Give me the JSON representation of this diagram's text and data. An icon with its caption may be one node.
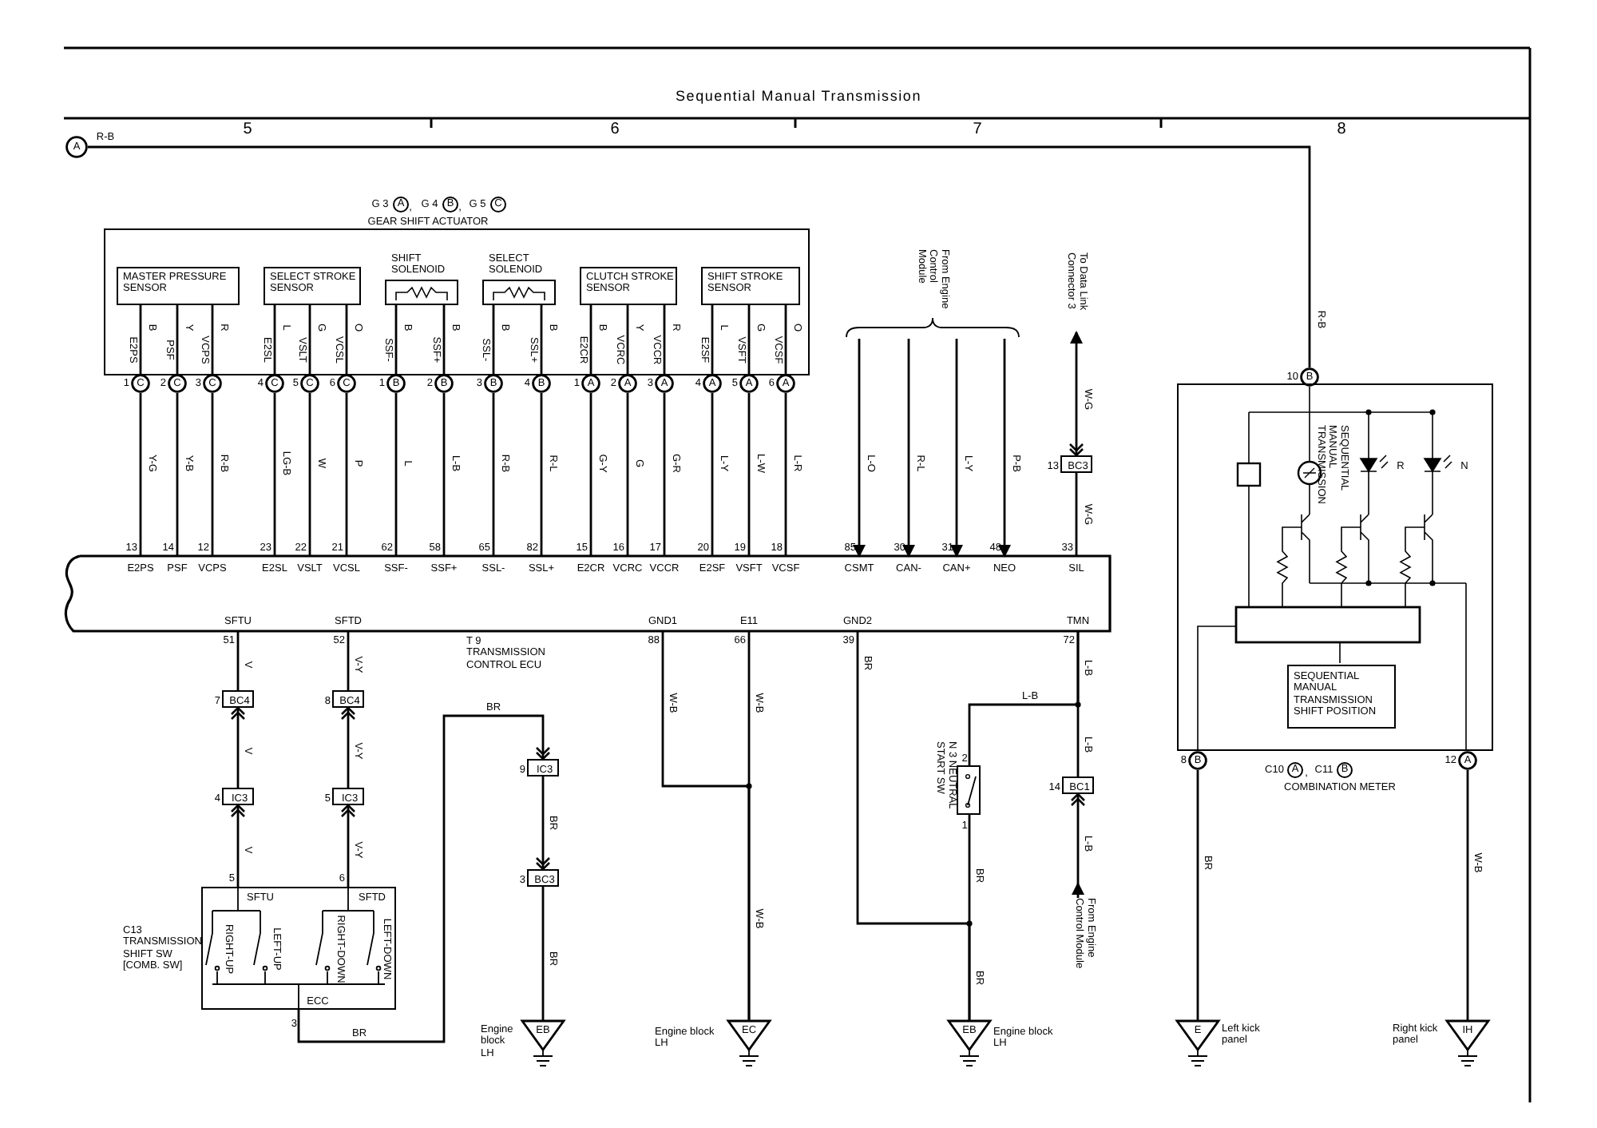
{
  "diagram": {
    "title": "Sequential Manual Transmission",
    "nodes": [
      {
        "text": [
          "A"
        ]
      },
      {
        "text": [
          "G 3",
          "A",
          ",",
          "G 4",
          "B",
          ",",
          "G 5",
          "C",
          "GEAR SHIFT ACTUATOR",
          "E2PS",
          "PSF",
          "VCPS",
          "E2SL",
          "VSLT",
          "VCSL",
          "SSF-",
          "SSF+",
          "SSL-",
          "SSL+",
          "E2CR",
          "VCRC",
          "VCCR",
          "E2SF",
          "VSFT",
          "VCSF"
        ]
      },
      {
        "text": [
          "MASTER PRESSURE SENSOR"
        ],
        "in": 1
      },
      {
        "text": [
          "SELECT STROKE SENSOR"
        ],
        "in": 1
      },
      {
        "text": [
          "SHIFT SOLENOID"
        ],
        "in": 1
      },
      {
        "text": [
          "SELECT SOLENOID"
        ],
        "in": 1
      },
      {
        "text": [
          "CLUTCH STROKE SENSOR"
        ],
        "in": 1
      },
      {
        "text": [
          "SHIFT STROKE SENSOR"
        ],
        "in": 1
      },
      {
        "text": [
          "C"
        ],
        "beside": [
          "1"
        ]
      },
      {
        "text": [
          "C"
        ],
        "beside": [
          "2"
        ]
      },
      {
        "text": [
          "C"
        ],
        "beside": [
          "3"
        ]
      },
      {
        "text": [
          "C"
        ],
        "beside": [
          "4"
        ]
      },
      {
        "text": [
          "C"
        ],
        "beside": [
          "5"
        ]
      },
      {
        "text": [
          "C"
        ],
        "beside": [
          "6"
        ]
      },
      {
        "text": [
          "B"
        ],
        "beside": [
          "1"
        ]
      },
      {
        "text": [
          "B"
        ],
        "beside": [
          "2"
        ]
      },
      {
        "text": [
          "B"
        ],
        "beside": [
          "3"
        ]
      },
      {
        "text": [
          "B"
        ],
        "beside": [
          "4"
        ]
      },
      {
        "text": [
          "A"
        ],
        "beside": [
          "1"
        ]
      },
      {
        "text": [
          "A"
        ],
        "beside": [
          "2"
        ]
      },
      {
        "text": [
          "A"
        ],
        "beside": [
          "3"
        ]
      },
      {
        "text": [
          "A"
        ],
        "beside": [
          "4"
        ]
      },
      {
        "text": [
          "A"
        ],
        "beside": [
          "5"
        ]
      },
      {
        "text": [
          "A"
        ],
        "beside": [
          "6"
        ]
      },
      {
        "text": [
          "T 9 TRANSMISSION CONTROL ECU",
          "E2PS",
          "PSF",
          "VCPS",
          "E2SL",
          "VSLT",
          "VCSL",
          "SSF-",
          "SSF+",
          "SSL-",
          "SSL+",
          "E2CR",
          "VCRC",
          "VCCR",
          "E2SF",
          "VSFT",
          "VCSF",
          "CSMT",
          "CAN-",
          "CAN+",
          "NEO",
          "SIL",
          "SFTU",
          "SFTD",
          "GND1",
          "E11",
          "GND2",
          "TMN",
          "51",
          "52",
          "88",
          "66",
          "39",
          "72"
        ],
        "beside": [
          "13",
          "14",
          "12",
          "23",
          "22",
          "21",
          "62",
          "58",
          "65",
          "82",
          "15",
          "16",
          "17",
          "20",
          "19",
          "18",
          "85",
          "30",
          "31",
          "48",
          "33"
        ]
      },
      {
        "text": [
          "From Engine Control Module"
        ]
      },
      {
        "text": [
          "To Data Link Connector 3"
        ]
      },
      {
        "text": [
          "BC3"
        ],
        "beside": [
          "13"
        ]
      },
      {
        "text": [
          "BC4"
        ],
        "beside": [
          "7"
        ]
      },
      {
        "text": [
          "BC4"
        ],
        "beside": [
          "8"
        ]
      },
      {
        "text": [
          "IC3"
        ],
        "beside": [
          "4"
        ]
      },
      {
        "text": [
          "IC3"
        ],
        "beside": [
          "5"
        ]
      },
      {
        "text": [
          "C13 TRANSMISSION SHIFT SW [COMB. SW]",
          "SFTU",
          "SFTD",
          "RIGHT-UP",
          "LEFT-UP",
          "RIGHT-DOWN",
          "LEFT-DOWN",
          "ECC"
        ],
        "beside": [
          "5",
          "6",
          "3"
        ]
      },
      {
        "text": [
          "IC3"
        ],
        "beside": [
          "9"
        ]
      },
      {
        "text": [
          "BC3"
        ],
        "beside": [
          "3"
        ]
      },
      {
        "text": [
          "EB"
        ],
        "beside": [
          "Engine block LH"
        ]
      },
      {
        "text": [
          "EC"
        ],
        "beside": [
          "Engine block LH"
        ]
      },
      {
        "text": [
          "N 3 NEUTRAL START SW"
        ],
        "beside": [
          "2",
          "1"
        ]
      },
      {
        "text": [
          "EB"
        ],
        "beside": [
          "Engine block LH"
        ]
      },
      {
        "text": [
          "BC1"
        ],
        "beside": [
          "14"
        ]
      },
      {
        "text": [
          "From Engine Control Module"
        ]
      },
      {
        "text": [
          "C10",
          "A",
          ",",
          "C11",
          "B",
          "COMBINATION METER"
        ]
      },
      {
        "text": [
          "SEQUENTIAL MANUAL TRANSMISSION SHIFT POSITION"
        ],
        "in": 41
      },
      {
        "text": [
          "B"
        ],
        "beside": [
          "10"
        ]
      },
      {
        "text": [
          "B"
        ],
        "beside": [
          "8"
        ]
      },
      {
        "text": [
          "A"
        ],
        "beside": [
          "12"
        ]
      },
      {
        "text": [
          "E"
        ],
        "beside": [
          "Left kick panel"
        ]
      },
      {
        "text": [
          "IH"
        ],
        "beside": [
          "Right kick panel"
        ]
      }
    ],
    "edges": [
      {
        "from": 0,
        "to": 43,
        "arrow": "none",
        "label": "R-B"
      },
      {
        "from": 2,
        "to": 8,
        "arrow": "none",
        "label": "B"
      },
      {
        "from": 2,
        "to": 9,
        "arrow": "none",
        "label": "Y"
      },
      {
        "from": 2,
        "to": 10,
        "arrow": "none",
        "label": "R"
      },
      {
        "from": 3,
        "to": 11,
        "arrow": "none",
        "label": "L"
      },
      {
        "from": 3,
        "to": 12,
        "arrow": "none",
        "label": "G"
      },
      {
        "from": 3,
        "to": 13,
        "arrow": "none",
        "label": "O"
      },
      {
        "from": 4,
        "to": 14,
        "arrow": "none",
        "label": "B"
      },
      {
        "from": 4,
        "to": 15,
        "arrow": "none",
        "label": "B"
      },
      {
        "from": 5,
        "to": 16,
        "arrow": "none",
        "label": "B"
      },
      {
        "from": 5,
        "to": 17,
        "arrow": "none",
        "label": "B"
      },
      {
        "from": 6,
        "to": 18,
        "arrow": "none",
        "label": "B"
      },
      {
        "from": 6,
        "to": 19,
        "arrow": "none",
        "label": "Y"
      },
      {
        "from": 6,
        "to": 20,
        "arrow": "none",
        "label": "R"
      },
      {
        "from": 7,
        "to": 21,
        "arrow": "none",
        "label": "L"
      },
      {
        "from": 7,
        "to": 22,
        "arrow": "none",
        "label": "G"
      },
      {
        "from": 7,
        "to": 23,
        "arrow": "none",
        "label": "O"
      },
      {
        "from": 8,
        "to": 24,
        "arrow": "none",
        "label": "Y-G"
      },
      {
        "from": 9,
        "to": 24,
        "arrow": "none",
        "label": "Y-B"
      },
      {
        "from": 10,
        "to": 24,
        "arrow": "none",
        "label": "R-B"
      },
      {
        "from": 11,
        "to": 24,
        "arrow": "none",
        "label": "LG-B"
      },
      {
        "from": 12,
        "to": 24,
        "arrow": "none",
        "label": "W"
      },
      {
        "from": 13,
        "to": 24,
        "arrow": "none",
        "label": "P"
      },
      {
        "from": 14,
        "to": 24,
        "arrow": "none",
        "label": "L"
      },
      {
        "from": 15,
        "to": 24,
        "arrow": "none",
        "label": "L-B"
      },
      {
        "from": 16,
        "to": 24,
        "arrow": "none",
        "label": "R-B"
      },
      {
        "from": 17,
        "to": 24,
        "arrow": "none",
        "label": "R-L"
      },
      {
        "from": 18,
        "to": 24,
        "arrow": "none",
        "label": "G-Y"
      },
      {
        "from": 19,
        "to": 24,
        "arrow": "none",
        "label": "G"
      },
      {
        "from": 20,
        "to": 24,
        "arrow": "none",
        "label": "G-R"
      },
      {
        "from": 21,
        "to": 24,
        "arrow": "none",
        "label": "L-Y"
      },
      {
        "from": 22,
        "to": 24,
        "arrow": "none",
        "label": "L-W"
      },
      {
        "from": 23,
        "to": 24,
        "arrow": "none",
        "label": "L-R"
      },
      {
        "from": 25,
        "to": 24,
        "arrow": "to",
        "label": "L-O"
      },
      {
        "from": 25,
        "to": 24,
        "arrow": "to",
        "label": "R-L"
      },
      {
        "from": 25,
        "to": 24,
        "arrow": "to",
        "label": "L-Y"
      },
      {
        "from": 25,
        "to": 24,
        "arrow": "to",
        "label": "P-B"
      },
      {
        "from": 24,
        "to": 27,
        "arrow": "none",
        "label": "W-G"
      },
      {
        "from": 27,
        "to": 26,
        "arrow": "both",
        "label": "W-G"
      },
      {
        "from": 24,
        "to": 28,
        "arrow": "none",
        "label": "V"
      },
      {
        "from": 30,
        "to": 28,
        "arrow": "to",
        "label": "V"
      },
      {
        "from": 32,
        "to": 30,
        "arrow": "to",
        "label": "V"
      },
      {
        "from": 24,
        "to": 29,
        "arrow": "none",
        "label": "V-Y"
      },
      {
        "from": 31,
        "to": 29,
        "arrow": "to",
        "label": "V-Y"
      },
      {
        "from": 32,
        "to": 31,
        "arrow": "to",
        "label": "V-Y"
      },
      {
        "from": 32,
        "to": 33,
        "arrow": "to",
        "label": "BR"
      },
      {
        "from": 33,
        "to": 34,
        "arrow": "to",
        "label": "BR"
      },
      {
        "from": 34,
        "to": 35,
        "arrow": "none",
        "label": "BR"
      },
      {
        "from": 24,
        "to": 36,
        "arrow": "none",
        "label": "W-B"
      },
      {
        "from": 24,
        "to": 36,
        "arrow": "none",
        "label": "W-B"
      },
      {
        "from": 24,
        "to": 38,
        "arrow": "none",
        "label": "BR"
      },
      {
        "from": 37,
        "to": 38,
        "arrow": "none",
        "label": "BR"
      },
      {
        "from": 24,
        "to": 39,
        "arrow": "none",
        "label": "L-B"
      },
      {
        "from": 24,
        "to": 37,
        "arrow": "none",
        "label": "L-B"
      },
      {
        "from": 40,
        "to": 39,
        "arrow": "to",
        "label": "L-B"
      },
      {
        "from": 44,
        "to": 46,
        "arrow": "none",
        "label": "BR"
      },
      {
        "from": 45,
        "to": 47,
        "arrow": "none",
        "label": "W-B"
      }
    ],
    "labels": [
      "5",
      "6",
      "7",
      "8",
      "R-B",
      "BR",
      "W-B",
      "BR",
      "L-B",
      "SEQUENTIAL MANUAL TRANSMISSION",
      "R",
      "N"
    ]
  }
}
